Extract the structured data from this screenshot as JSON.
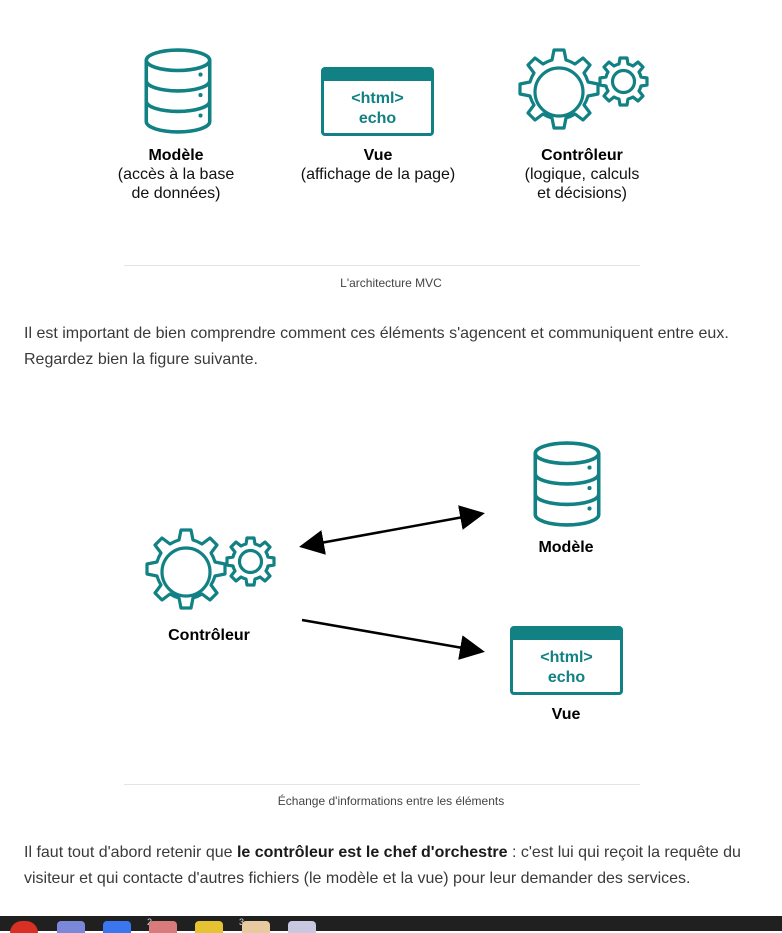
{
  "figure1": {
    "model": {
      "icon": "database-icon",
      "title": "Modèle",
      "line1": "(accès à la base",
      "line2": "de données)"
    },
    "view": {
      "icon": "html-window-icon",
      "code1": "<html>",
      "code2": "echo",
      "title": "Vue",
      "line1": "(affichage de la page)"
    },
    "controller": {
      "icon": "gears-icon",
      "title": "Contrôleur",
      "line1": "(logique, calculs",
      "line2": "et décisions)"
    },
    "caption": "L'architecture MVC"
  },
  "paragraph1": "Il est important de bien comprendre comment ces éléments s'agencent et communiquent entre eux. Regardez bien la figure suivante.",
  "figure2": {
    "controller_label": "Contrôleur",
    "model_label": "Modèle",
    "view_label": "Vue",
    "view_code1": "<html>",
    "view_code2": "echo",
    "caption": "Échange d'informations entre les éléments"
  },
  "paragraph2": {
    "before": "Il faut tout d'abord retenir que ",
    "bold": "le contrôleur est le chef d'orchestre",
    "after": " : c'est lui qui reçoit la requête du visiteur et qui contacte d'autres fichiers (le modèle et la vue) pour leur demander des services."
  },
  "taskbar": {
    "icons": [
      "chrome-icon",
      "discord-icon",
      "signal-icon",
      "app-icon",
      "notes-icon",
      "folder-icon",
      "window-icon"
    ],
    "badges": [
      "2",
      "3"
    ]
  },
  "colors": {
    "accent": "#118184",
    "text": "#3a3a3a"
  }
}
